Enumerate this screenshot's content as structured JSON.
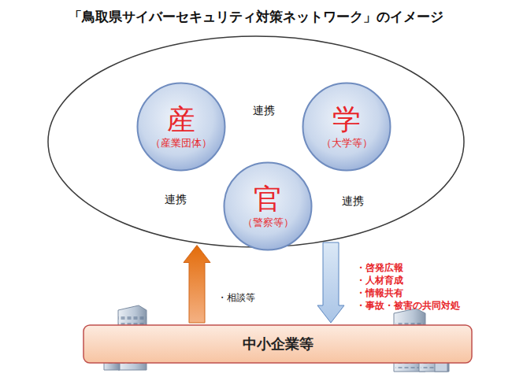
{
  "diagram": {
    "title": "「鳥取県サイバーセキュリティ対策ネットワーク」のイメージ",
    "nodes": [
      {
        "text": []
      },
      {
        "text": [
          "産",
          "（産業団体）"
        ],
        "in": 0
      },
      {
        "text": [
          "学",
          "（大学等）"
        ],
        "in": 0
      },
      {
        "text": [
          "官",
          "（警察等）"
        ],
        "in": 0
      },
      {
        "text": [
          "中小企業等"
        ]
      }
    ],
    "edges": [
      {
        "from": 1,
        "to": 2,
        "arrow": "none",
        "label": "連携"
      },
      {
        "from": 1,
        "to": 3,
        "arrow": "none",
        "label": "連携"
      },
      {
        "from": 2,
        "to": 3,
        "arrow": "none",
        "label": "連携"
      },
      {
        "from": 4,
        "to": 0,
        "arrow": "to",
        "label": "・相談等"
      },
      {
        "from": 0,
        "to": 4,
        "arrow": "to"
      }
    ],
    "labels": [
      "・啓発広報",
      "・人材育成",
      "・情報共有",
      "・事故・被害の共同対処"
    ]
  }
}
